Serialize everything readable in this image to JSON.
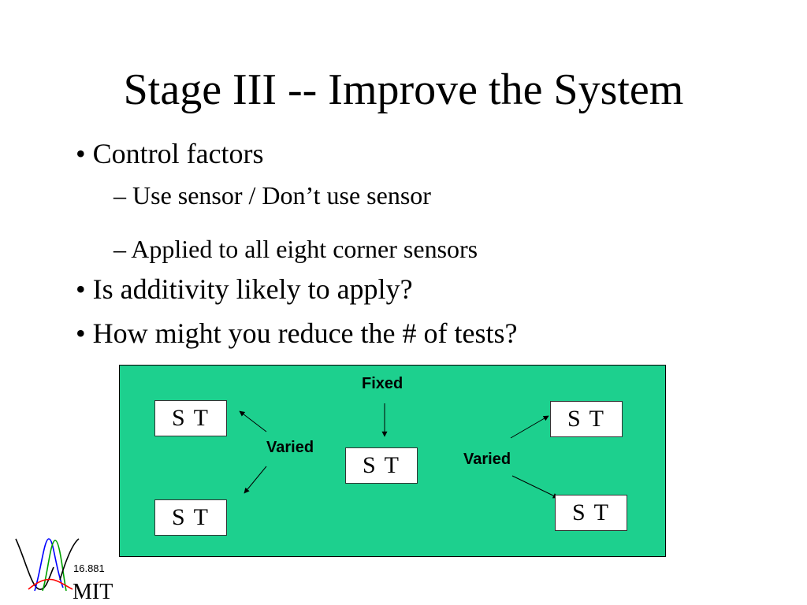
{
  "slide": {
    "title": "Stage III -- Improve the System",
    "bullets": [
      {
        "marker": "•",
        "text": "Control factors"
      },
      {
        "marker": "–",
        "text": "Use sensor / Don’t use sensor"
      },
      {
        "marker": "–",
        "text": "Applied to all eight corner sensors"
      },
      {
        "marker": "•",
        "text": "Is additivity likely to apply?"
      },
      {
        "marker": "•",
        "text": "How might you reduce the # of tests?"
      }
    ]
  },
  "diagram": {
    "background_color": "#1dd08e",
    "box_label": "S T",
    "labels": {
      "fixed": "Fixed",
      "varied_left": "Varied",
      "varied_right": "Varied"
    }
  },
  "footer": {
    "course_number": "16.881",
    "institution": "MIT"
  }
}
